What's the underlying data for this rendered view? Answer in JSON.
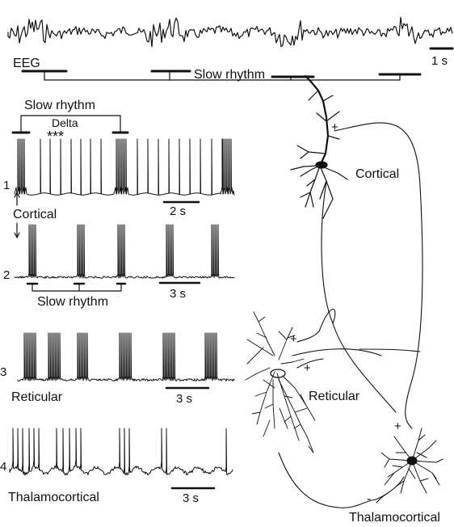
{
  "labels": {
    "eeg": "EEG",
    "slow_rhythm_top": "Slow rhythm",
    "eeg_scale": "1 s",
    "slow_rhythm_cortical": "Slow rhythm",
    "delta": "Delta",
    "delta_marks": "***",
    "trace1_num": "1",
    "trace1_scale": "2 s",
    "cortical_trace": "Cortical",
    "trace2_num": "2",
    "trace2_scale": "3 s",
    "slow_rhythm_trace2": "Slow rhythm",
    "trace3_num": "3",
    "trace3_scale": "3 s",
    "reticular_trace": "Reticular",
    "trace4_num": "4",
    "trace4_scale": "3 s",
    "thalamocortical_trace": "Thalamocortical"
  },
  "neurons": {
    "cortical": "Cortical",
    "reticular": "Reticular",
    "thalamocortical": "Thalamocortical",
    "plus": "+",
    "minus": "-"
  }
}
